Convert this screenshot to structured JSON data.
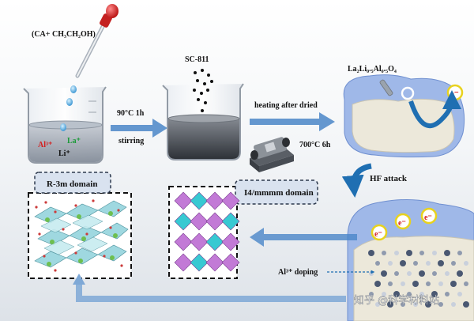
{
  "step1": {
    "reagents": "(CA+ CH₃CH₂OH)",
    "ion_al": "Al³⁺",
    "ion_la": "La⁺",
    "ion_li": "Li⁺"
  },
  "step2": {
    "condition": "90°C 1h",
    "action": "stirring",
    "additive": "SC-811"
  },
  "step3": {
    "action": "heating after dried",
    "condition": "700°C 6h"
  },
  "step4": {
    "formula": "La₂Li₀.₅Al₀.₅O₄",
    "electron": "e⁻",
    "attack": "HF  attack"
  },
  "domains": {
    "r3m": "R-3m domain",
    "i4": "I4/mmmm domain"
  },
  "doping": {
    "label": "Al³⁺ doping",
    "electrons": [
      "e⁻",
      "e⁻",
      "e⁻"
    ]
  },
  "watermark": "知乎 @科学材料站",
  "colors": {
    "arrow_blue": "#4a86c8",
    "shell_blue": "#9fb8e8",
    "core_beige": "#ece8da",
    "dropper_red": "#d42020",
    "electron_yellow": "#e8d21e",
    "octa_purple": "#c27ad6",
    "octa_cyan": "#37c9d2"
  }
}
